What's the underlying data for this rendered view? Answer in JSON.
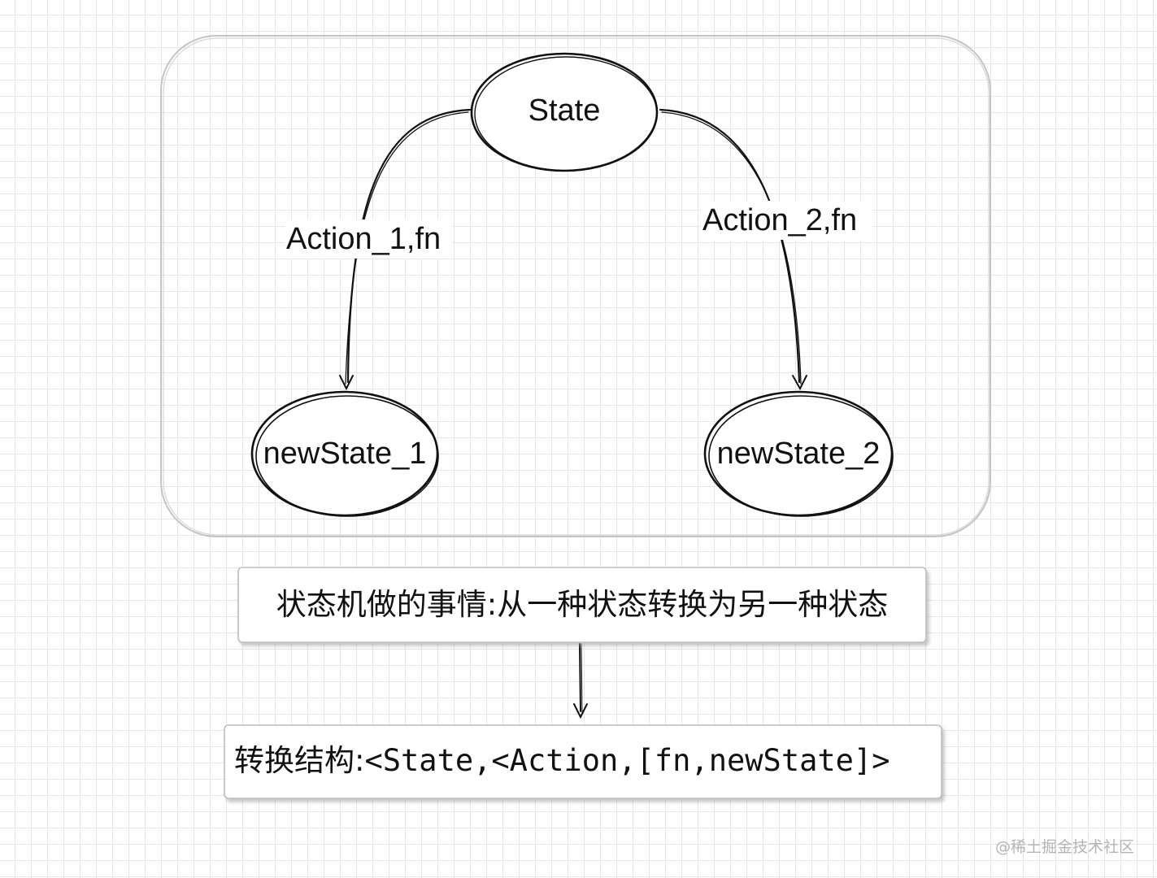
{
  "nodes": {
    "state": "State",
    "new_state_1": "newState_1",
    "new_state_2": "newState_2"
  },
  "edges": {
    "action_1": "Action_1,fn",
    "action_2": "Action_2,fn"
  },
  "boxes": {
    "description": "状态机做的事情:从一种状态转换为另一种状态",
    "structure_prefix": "转换结构:",
    "structure_code": "<State,<Action,[fn,newState]>"
  },
  "watermark": "@稀土掘金技术社区",
  "colors": {
    "stroke": "#111111",
    "container_border": "#bdbdbd",
    "grid": "#e6e6e6"
  }
}
